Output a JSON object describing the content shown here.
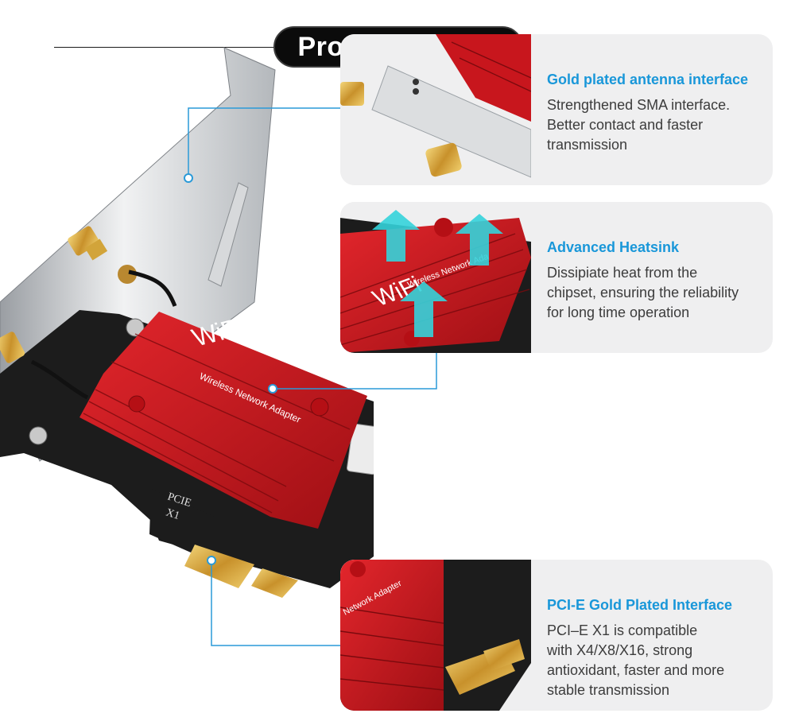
{
  "page": {
    "title": "Product details"
  },
  "main_image": {
    "bracket_text_pcie": "PCIE",
    "bracket_text_x1": "X1",
    "heatsink_brand": "WiFi",
    "heatsink_subtitle": "Wireless Network Adapter"
  },
  "features": [
    {
      "heading": "Gold plated antenna interface",
      "description_lines": [
        "Strengthened SMA interface.",
        "Better contact and faster",
        "transmission"
      ]
    },
    {
      "heading": "Advanced Heatsink",
      "description_lines": [
        "Dissipiate heat from the",
        "chipset, ensuring the reliability",
        "for long time operation"
      ],
      "thumb_brand": "WiFi",
      "thumb_subtitle": "Wireless Network Ada"
    },
    {
      "heading": "PCI-E Gold Plated Interface",
      "description_lines": [
        "PCI–E X1 is compatible",
        "with X4/X8/X16, strong",
        "antioxidant, faster and more",
        "stable transmission"
      ],
      "thumb_subtitle": "Network Adapter"
    }
  ],
  "colors": {
    "accent_blue": "#1997d9",
    "heatsink_red": "#c8161d",
    "pcb_black": "#1c1c1c",
    "gold": "#d9a93c",
    "card_bg": "#efeff0"
  }
}
